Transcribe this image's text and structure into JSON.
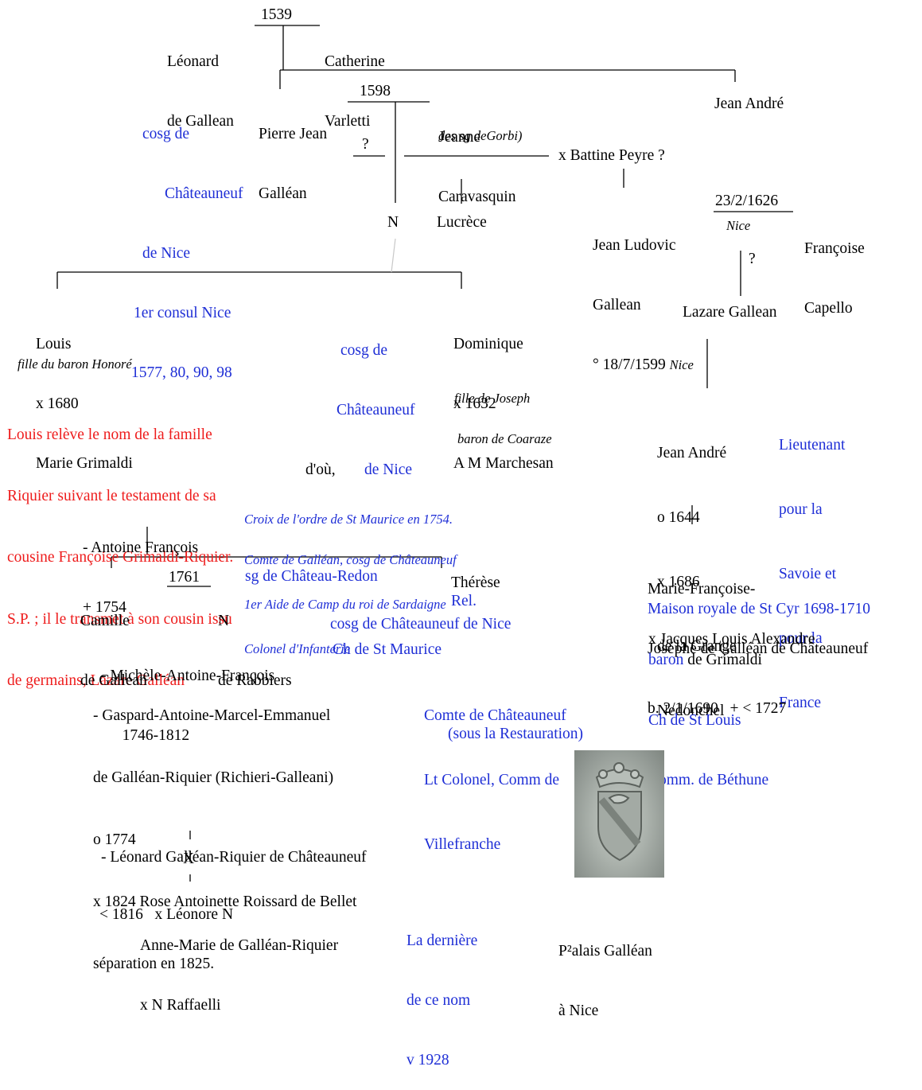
{
  "people": {
    "leonard": [
      "Léonard",
      "de Gallean"
    ],
    "date_1539": "1539",
    "catherine": [
      "Catherine",
      "Varletti"
    ],
    "pierre_jean": [
      "Pierre Jean",
      "Galléan"
    ],
    "date_1598": "1598",
    "jeanne": [
      "Jeanne",
      "Caravasquin"
    ],
    "jeanne_note": "des sg deGorbi)",
    "pierre_titles": [
      "cosg de",
      "Châteauneuf",
      "de Nice",
      "1er consul Nice",
      "1577, 80, 90, 98"
    ],
    "jean_andre_top": "Jean André",
    "question_left": "?",
    "battine": "x Battine Peyre ?",
    "n_child": "N",
    "lucrece": "Lucrèce",
    "jean_ludovic": [
      "Jean Ludovic",
      "Gallean",
      "° 18/7/1599 "
    ],
    "jean_ludovic_place": "Nice",
    "date_1626": "23/2/1626",
    "nice_marriage": "Nice",
    "francoise_capello": [
      "Françoise",
      "Capello"
    ],
    "question_right": "?",
    "lazare": "Lazare Gallean",
    "louis": [
      "Louis",
      "x 1680",
      "Marie Grimaldi"
    ],
    "louis_note": "fille du baron Honoré",
    "cosg_mid": [
      "cosg de",
      "Châteauneuf",
      "de Nice"
    ],
    "dominique": [
      "Dominique",
      "x 1632",
      "A M Marchesan"
    ],
    "dominique_note": [
      "fille de Joseph",
      "baron de Coaraze"
    ],
    "louis_red_note": [
      "Louis relève le nom de la famille",
      "Riquier suivant le testament de sa",
      "cousine Françoise Grimaldi-Riquier.",
      "S.P. ; il le transmet à son cousin issu",
      "de germains, Lazare Galléan"
    ],
    "dou": "d'où,",
    "antoine_notes": [
      "Croix de l'ordre de St Maurice en 1754.",
      "Comte de Galléan, cosg de Châteauneuf",
      "1er Aide de Camp du roi de Sardaigne",
      "Colonel d'Infanterie"
    ],
    "antoine": [
      "- Antoine François",
      "+ 1754"
    ],
    "jean_andre_2": [
      "Jean André",
      "o 1644",
      "x 1686",
      "de la Grange",
      "Nedonchel"
    ],
    "lieutenant": [
      "Lieutenant",
      "pour la",
      "Savoie et",
      "pour la",
      "France"
    ],
    "camille": [
      "Camille",
      "de Gallean"
    ],
    "date_1761": "1761",
    "n_rabbiers": [
      "N",
      "de Rabbiers"
    ],
    "chateau_redon": "sg de Château-Redon",
    "therese": "Thérèse",
    "therese_rel": "Rel.",
    "marie_francoise": [
      "Marie-Françoise-",
      "Joséphe de Galléan de Châteauneuf",
      "b. 2/1/1690   + < 1727"
    ],
    "maison_royale": "Maison royale de St Cyr 1698-1710",
    "michele": [
      "- Michèle-Antoine-François",
      "   1746-1812"
    ],
    "cosg_michele": "cosg de Châteauneuf de Nice",
    "ch_st_maurice": "Ch de St Maurice",
    "jacques_louis": "x Jacques Louis Alexandre",
    "baron": "baron",
    "de_grimaldi": " de Grimaldi",
    "jacques_titles": [
      "Ch de St Louis",
      "Comm. de Béthune"
    ],
    "gaspard": [
      "- Gaspard-Antoine-Marcel-Emmanuel",
      "de Galléan-Riquier (Richieri-Galleani)",
      "o 1774",
      "x 1824 Rose Antoinette Roissard de Bellet",
      "séparation en 1825."
    ],
    "gaspard_titles": [
      "Comte de Châteauneuf",
      "Lt Colonel, Comm de",
      "Villefranche"
    ],
    "restauration": "(sous la Restauration)",
    "leonard_2": [
      "- Léonard Galléan-Riquier de Châteauneuf",
      "< 1816   x Léonore N"
    ],
    "x_mark": "X",
    "anne_marie": [
      "Anne-Marie de Galléan-Riquier",
      "x N Raffaelli"
    ],
    "derniere": [
      "La dernière",
      "de ce nom",
      "v 1928"
    ],
    "palais": [
      "P²alais Galléan",
      "à Nice"
    ]
  },
  "colors": {
    "text": "#000000",
    "blue": "#1f2fd6",
    "red": "#ee1c1c",
    "line": "#000000",
    "faint_line": "#c8c8c8"
  },
  "image": {
    "subject": "stone-coat-of-arms-photo"
  }
}
